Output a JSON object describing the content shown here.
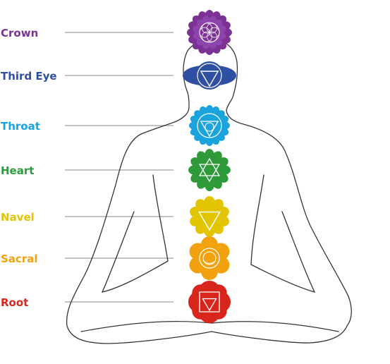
{
  "chakras": [
    {
      "label": "Crown",
      "color": "#7b3294",
      "symbol": "lotus"
    },
    {
      "label": "Third Eye",
      "color": "#2f4fa3",
      "symbol": "wings-triangle"
    },
    {
      "label": "Throat",
      "color": "#1aa3dc",
      "symbol": "lotus-triangle-circle"
    },
    {
      "label": "Heart",
      "color": "#2e9a3a",
      "symbol": "lotus-hexagram"
    },
    {
      "label": "Navel",
      "color": "#e3c400",
      "symbol": "lotus-triangle"
    },
    {
      "label": "Sacral",
      "color": "#f3a20f",
      "symbol": "lotus-circle"
    },
    {
      "label": "Root",
      "color": "#d9261c",
      "symbol": "lotus-square-triangle"
    }
  ],
  "colors": {
    "leader_line": "#c4c4c4",
    "outline": "#333333"
  }
}
